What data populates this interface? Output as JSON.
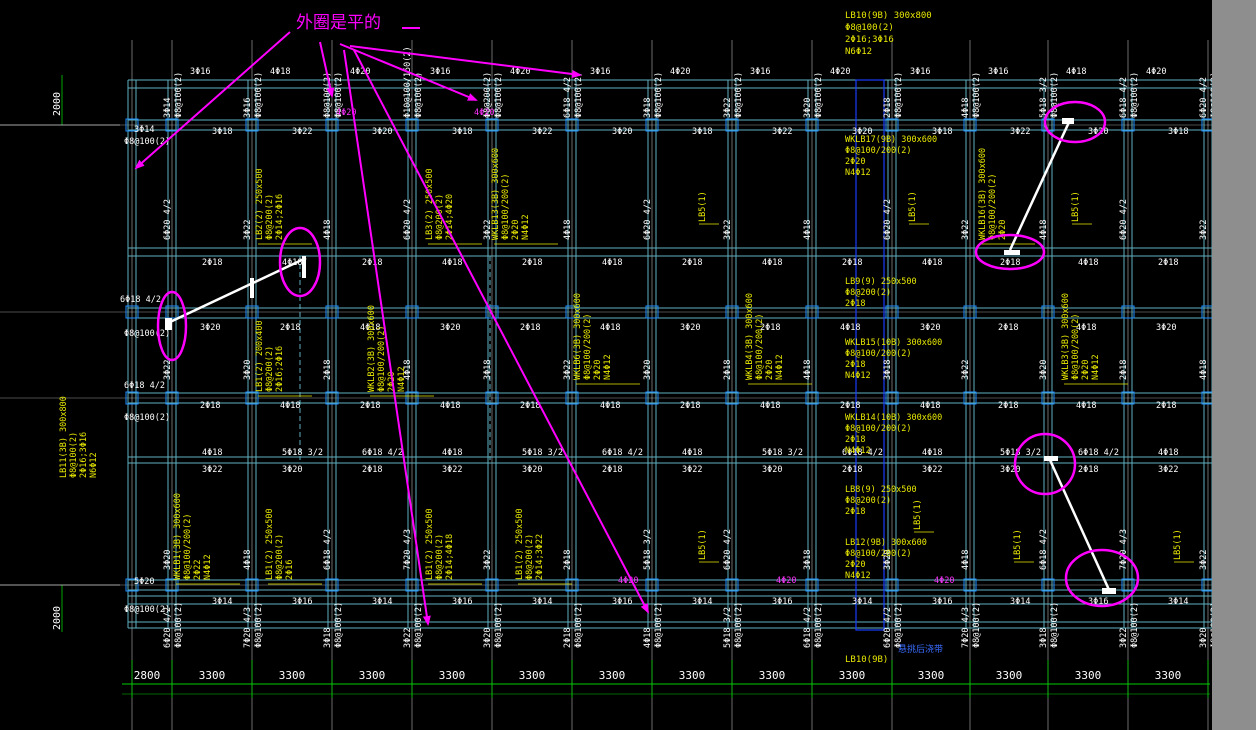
{
  "annotation": {
    "text": "外圈是平的",
    "color": "#ff00ff"
  },
  "colors": {
    "background": "#000000",
    "grid": "#ffffff",
    "beam": "#5fb0c0",
    "label_yellow": "#e8e800",
    "label_white": "#ffffff",
    "label_magenta": "#ff33ff",
    "dimension": "#00cc00",
    "column": "#1e90ff",
    "highlight": "#ffffff"
  },
  "top_info": {
    "line1": "LB10(9B) 300x800",
    "line2": "Φ8@100(2)",
    "line3": "2Φ16;3Φ16",
    "line4": "N6Φ12"
  },
  "bottom_info": {
    "line1": "LB10(9B)",
    "line2": "悬挑后浇带"
  },
  "dimensions": [
    "2800",
    "3300",
    "3300",
    "3300",
    "3300",
    "3300",
    "3300",
    "3300",
    "3300",
    "3300",
    "3300",
    "3300",
    "3300",
    "3300"
  ],
  "left_dims": [
    {
      "value": "2000"
    },
    {
      "value": "2000"
    }
  ],
  "left_beam": {
    "line1": "LB11(3B) 300x800",
    "line2": "Φ8@100(2)",
    "line3": "2Φ16;3Φ16",
    "line4": "N6Φ12"
  },
  "row_labels_top": [
    "3Φ16",
    "4Φ18",
    "4Φ20",
    "3Φ16",
    "4Φ20",
    "3Φ16",
    "4Φ20",
    "3Φ16",
    "4Φ20",
    "3Φ16"
  ],
  "bay_labels": [
    {
      "lines": [
        "LB2(2) 250x500",
        "Φ8@200(2)",
        "2Φ14;2Φ16"
      ]
    },
    {
      "lines": [
        "LB3(2) 250x500",
        "Φ8@200(2)",
        "2Φ14;4Φ20"
      ]
    },
    {
      "lines": [
        "WKLB13(3B) 300x600",
        "Φ8@100/200(2)",
        "2Φ20",
        "N4Φ12"
      ]
    },
    {
      "lines": [
        "WKLB17(9B) 300x600",
        "Φ8@100/200(2)",
        "2Φ20",
        "N4Φ12"
      ]
    },
    {
      "lines": [
        "WKLB16(3B) 300x600",
        "Φ8@100/200(2)",
        "2Φ20"
      ]
    },
    {
      "lines": [
        "LB1(2) 200x400",
        "Φ8@200(2)",
        "2Φ16;2Φ16"
      ]
    },
    {
      "lines": [
        "WKLB2(3B) 300x600",
        "Φ8@100/200(2)",
        "2Φ20",
        "N4Φ12"
      ]
    },
    {
      "lines": [
        "WKLB6(3B) 300x600",
        "Φ8@100/200(2)",
        "2Φ20",
        "N4Φ12"
      ]
    },
    {
      "lines": [
        "WKLB4(3B) 300x600",
        "Φ8@100/200(2)",
        "2Φ20",
        "N4Φ12"
      ]
    },
    {
      "lines": [
        "LB9(9) 250x500",
        "Φ8@200(2)",
        "2Φ18"
      ]
    },
    {
      "lines": [
        "WKLB15(10B) 300x600",
        "Φ8@100/200(2)",
        "2Φ18",
        "N4Φ12"
      ]
    },
    {
      "lines": [
        "WKLB14(10B) 300x600",
        "Φ8@100/200(2)",
        "2Φ18",
        "N4Φ12"
      ]
    },
    {
      "lines": [
        "WKLB3(3B) 300x600",
        "Φ8@100/200(2)",
        "2Φ20",
        "N4Φ12"
      ]
    },
    {
      "lines": [
        "WKLB1(3B) 300x600",
        "Φ8@100/200(2)",
        "2Φ22",
        "N4Φ12"
      ]
    },
    {
      "lines": [
        "LB1(2) 250x500",
        "Φ8@200(2)",
        "2Φ16"
      ]
    },
    {
      "lines": [
        "LB1(2) 250x500",
        "Φ8@200(2)",
        "2Φ14;4Φ18"
      ]
    },
    {
      "lines": [
        "LB1(2) 250x500",
        "Φ8@200(2)",
        "2Φ14;3Φ22"
      ]
    },
    {
      "lines": [
        "LB8(9) 250x500",
        "Φ8@200(2)",
        "2Φ18"
      ]
    },
    {
      "lines": [
        "LB12(9B) 300x600",
        "Φ8@100/200(2)",
        "2Φ20",
        "N4Φ12"
      ]
    }
  ],
  "small_lb": "LB5(1)",
  "bar_labels": [
    "3Φ18",
    "3Φ22",
    "3Φ20",
    "2Φ18",
    "4Φ18",
    "5Φ18 3/2",
    "6Φ18 4/2",
    "6Φ20 4/2",
    "7Φ20 4/3",
    "4Φ20",
    "5Φ20",
    "2Φ20",
    "3Φ14",
    "3Φ16",
    "Φ8@100(2)",
    "Φ10@100/150(2)",
    "Φ8@200(2)",
    "6Φ18 4/2"
  ],
  "magenta_small": [
    "4Φ20",
    "4Φ20",
    "4Φ20",
    "4Φ20",
    "4Φ20"
  ]
}
